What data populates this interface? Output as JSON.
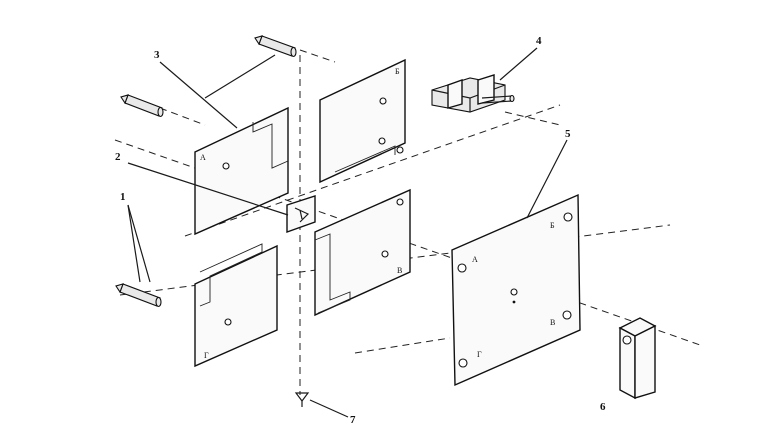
{
  "callouts": [
    "1",
    "2",
    "3",
    "4",
    "5",
    "6",
    "7"
  ],
  "corner_labels": {
    "top_left": "А",
    "top_right": "Б",
    "bottom_right": "В",
    "bottom_left": "Г"
  },
  "main_plate_labels": {
    "a": "А",
    "b": "Б",
    "v": "В",
    "g": "Г"
  }
}
